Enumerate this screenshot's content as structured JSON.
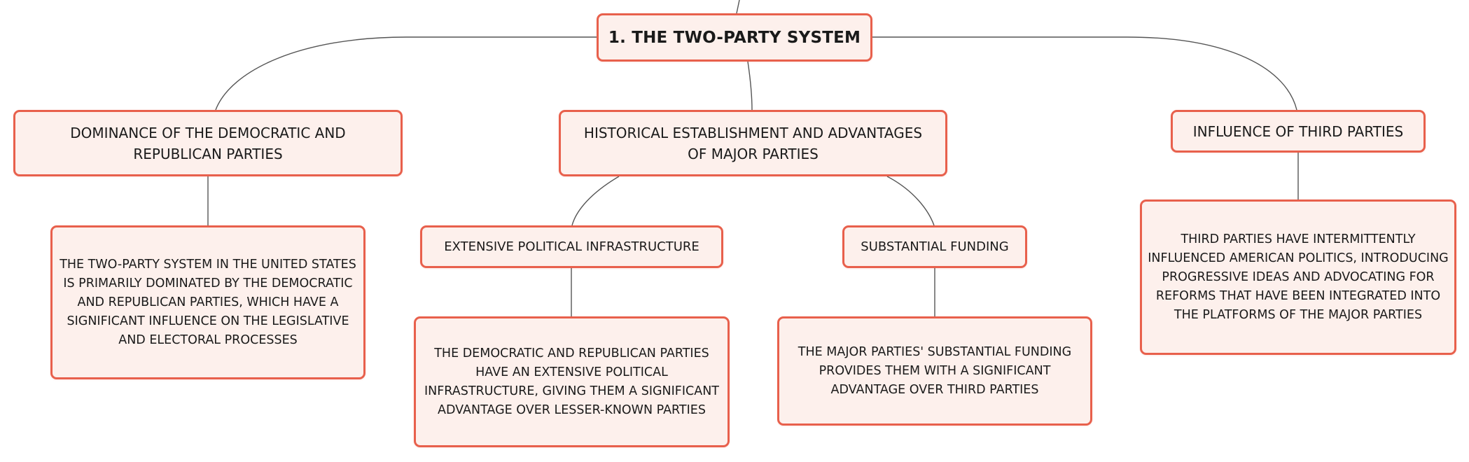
{
  "diagram": {
    "root": {
      "label": "1. THE TWO-PARTY SYSTEM"
    },
    "branches": {
      "dominance": {
        "label": "DOMINANCE OF THE DEMOCRATIC AND REPUBLICAN PARTIES",
        "detail": "THE TWO-PARTY SYSTEM IN THE UNITED STATES IS PRIMARILY DOMINATED BY THE DEMOCRATIC AND REPUBLICAN PARTIES, WHICH HAVE A SIGNIFICANT INFLUENCE ON THE LEGISLATIVE AND ELECTORAL PROCESSES"
      },
      "historical": {
        "label": "HISTORICAL ESTABLISHMENT AND ADVANTAGES OF MAJOR PARTIES",
        "infrastructure": {
          "label": "EXTENSIVE POLITICAL INFRASTRUCTURE",
          "detail": "THE DEMOCRATIC AND REPUBLICAN PARTIES HAVE AN EXTENSIVE POLITICAL INFRASTRUCTURE, GIVING THEM A SIGNIFICANT ADVANTAGE OVER LESSER-KNOWN PARTIES"
        },
        "funding": {
          "label": "SUBSTANTIAL FUNDING",
          "detail": "THE MAJOR PARTIES' SUBSTANTIAL FUNDING PROVIDES THEM WITH A SIGNIFICANT ADVANTAGE OVER THIRD PARTIES"
        }
      },
      "third_parties": {
        "label": "INFLUENCE OF THIRD PARTIES",
        "detail": "THIRD PARTIES HAVE INTERMITTENTLY INFLUENCED AMERICAN POLITICS, INTRODUCING PROGRESSIVE IDEAS AND ADVOCATING FOR REFORMS THAT HAVE BEEN INTEGRATED INTO THE PLATFORMS OF THE MAJOR PARTIES"
      }
    },
    "colors": {
      "node_border": "#e8604c",
      "node_fill": "#fdf0ec",
      "connector": "#555555",
      "text": "#1a1a1a"
    }
  }
}
